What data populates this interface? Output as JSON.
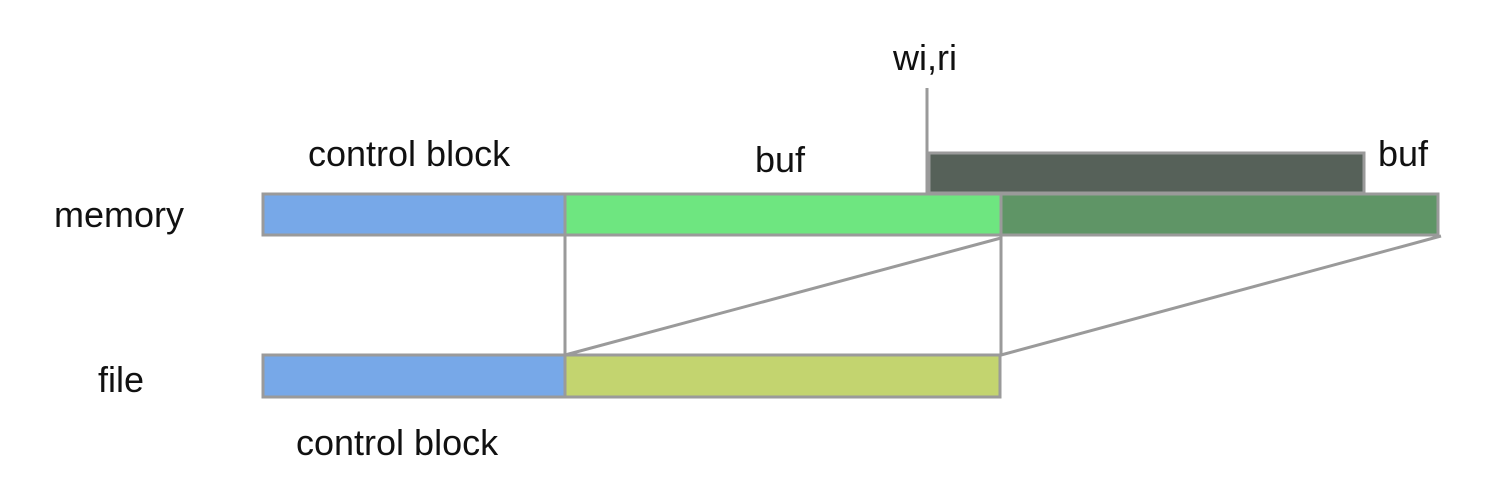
{
  "labels": {
    "memory_row": "memory",
    "file_row": "file",
    "memory_control_block": "control block",
    "memory_buf": "buf",
    "file_control_block": "control block",
    "pointer": "wi,ri",
    "overflow_buf": "buf"
  },
  "colors": {
    "control_block": "#77a8e8",
    "memory_buf": "#6ee680",
    "memory_buf_extension": "#5f9566",
    "overflow_buf": "#566159",
    "file_buf": "#c3d46f",
    "border": "#9a9a9a"
  }
}
